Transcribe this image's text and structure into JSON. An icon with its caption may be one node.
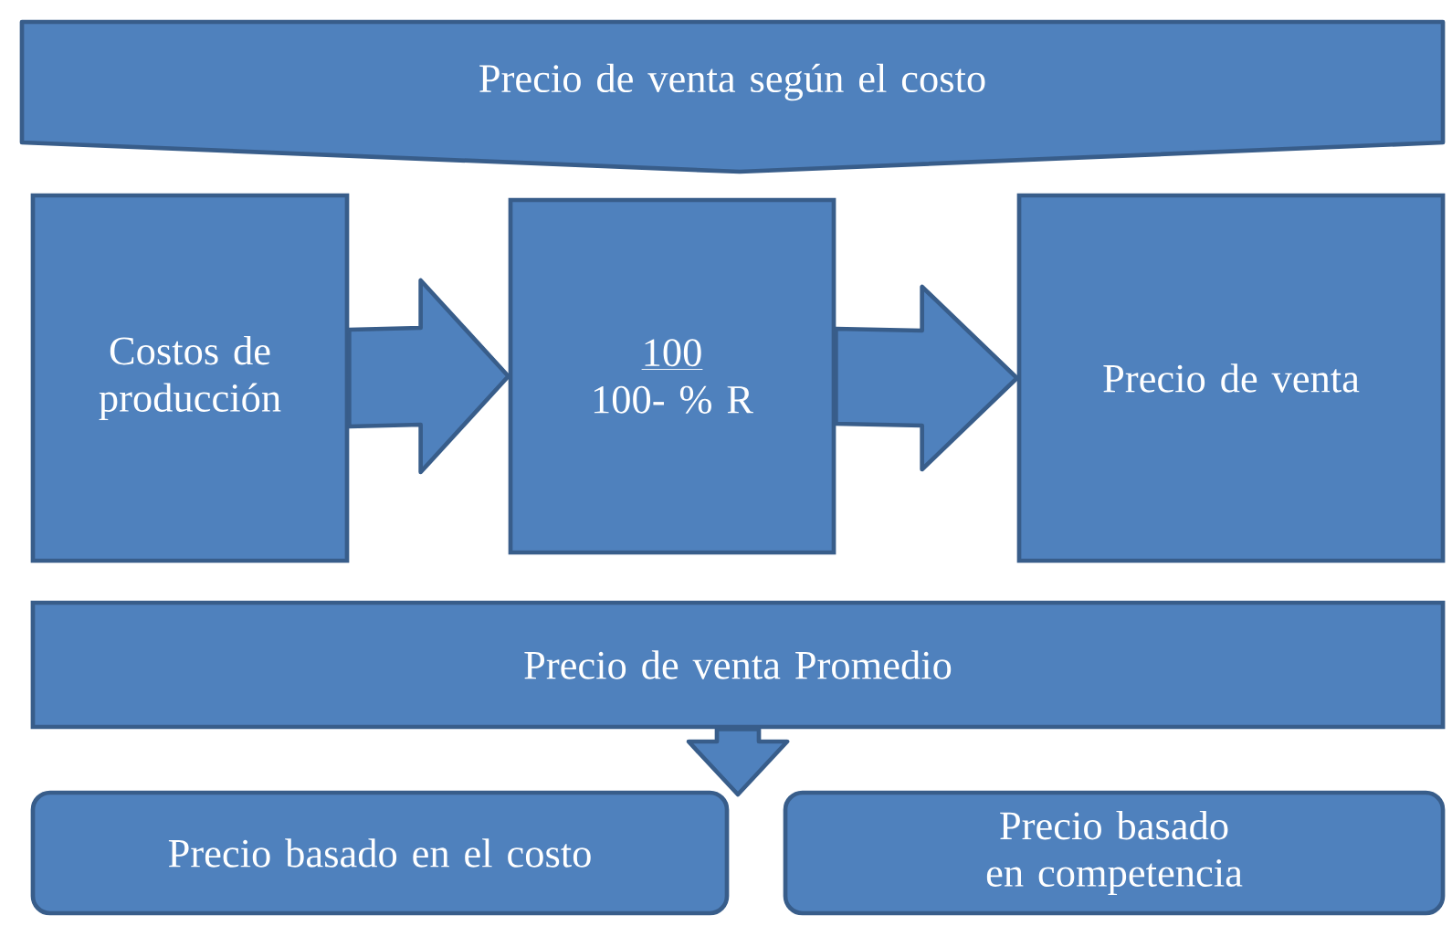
{
  "diagram": {
    "nodes": [
      {
        "text": [
          "Precio de venta según el costo"
        ]
      },
      {
        "text": [
          "Costos de producción"
        ]
      },
      {
        "text": [
          "100",
          "100- % R"
        ]
      },
      {
        "text": [
          "Precio de venta"
        ]
      },
      {
        "text": [
          "Precio de venta Promedio"
        ]
      },
      {
        "text": [
          "Precio basado en el costo"
        ]
      },
      {
        "text": [
          "Precio basado en competencia"
        ]
      }
    ],
    "edges": [
      {
        "from": 1,
        "to": 2,
        "arrow": "to"
      },
      {
        "from": 2,
        "to": 3,
        "arrow": "to"
      },
      {
        "from": 4,
        "to": null,
        "arrow": "to"
      }
    ]
  }
}
